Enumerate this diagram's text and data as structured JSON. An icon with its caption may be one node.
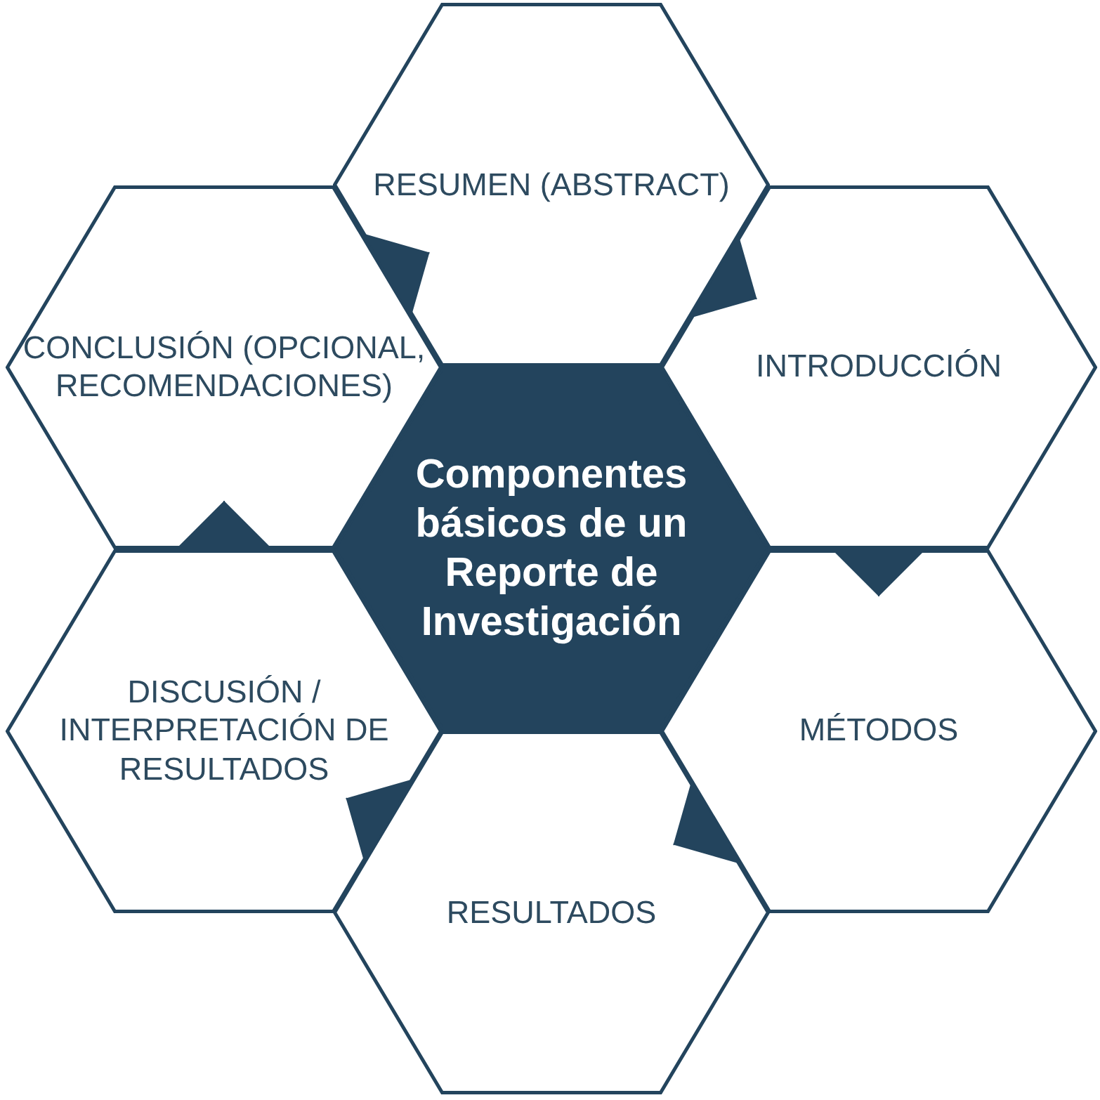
{
  "diagram": {
    "nodes": [
      {
        "text": [
          "Componentes básicos de un Reporte de Investigación"
        ]
      },
      {
        "text": [
          "RESUMEN (ABSTRACT)"
        ]
      },
      {
        "text": [
          "INTRODUCCIÓN"
        ]
      },
      {
        "text": [
          "MÉTODOS"
        ]
      },
      {
        "text": [
          "RESULTADOS"
        ]
      },
      {
        "text": [
          "DISCUSIÓN / INTERPRETACIÓN DE RESULTADOS"
        ]
      },
      {
        "text": [
          "CONCLUSIÓN (OPCIONAL, RECOMENDACIONES)"
        ]
      }
    ],
    "edges": [
      {
        "from": 1,
        "to": 2,
        "arrow": "to"
      },
      {
        "from": 2,
        "to": 3,
        "arrow": "to"
      },
      {
        "from": 3,
        "to": 4,
        "arrow": "to"
      },
      {
        "from": 4,
        "to": 5,
        "arrow": "to"
      },
      {
        "from": 5,
        "to": 6,
        "arrow": "to"
      },
      {
        "from": 6,
        "to": 1,
        "arrow": "to"
      }
    ]
  }
}
